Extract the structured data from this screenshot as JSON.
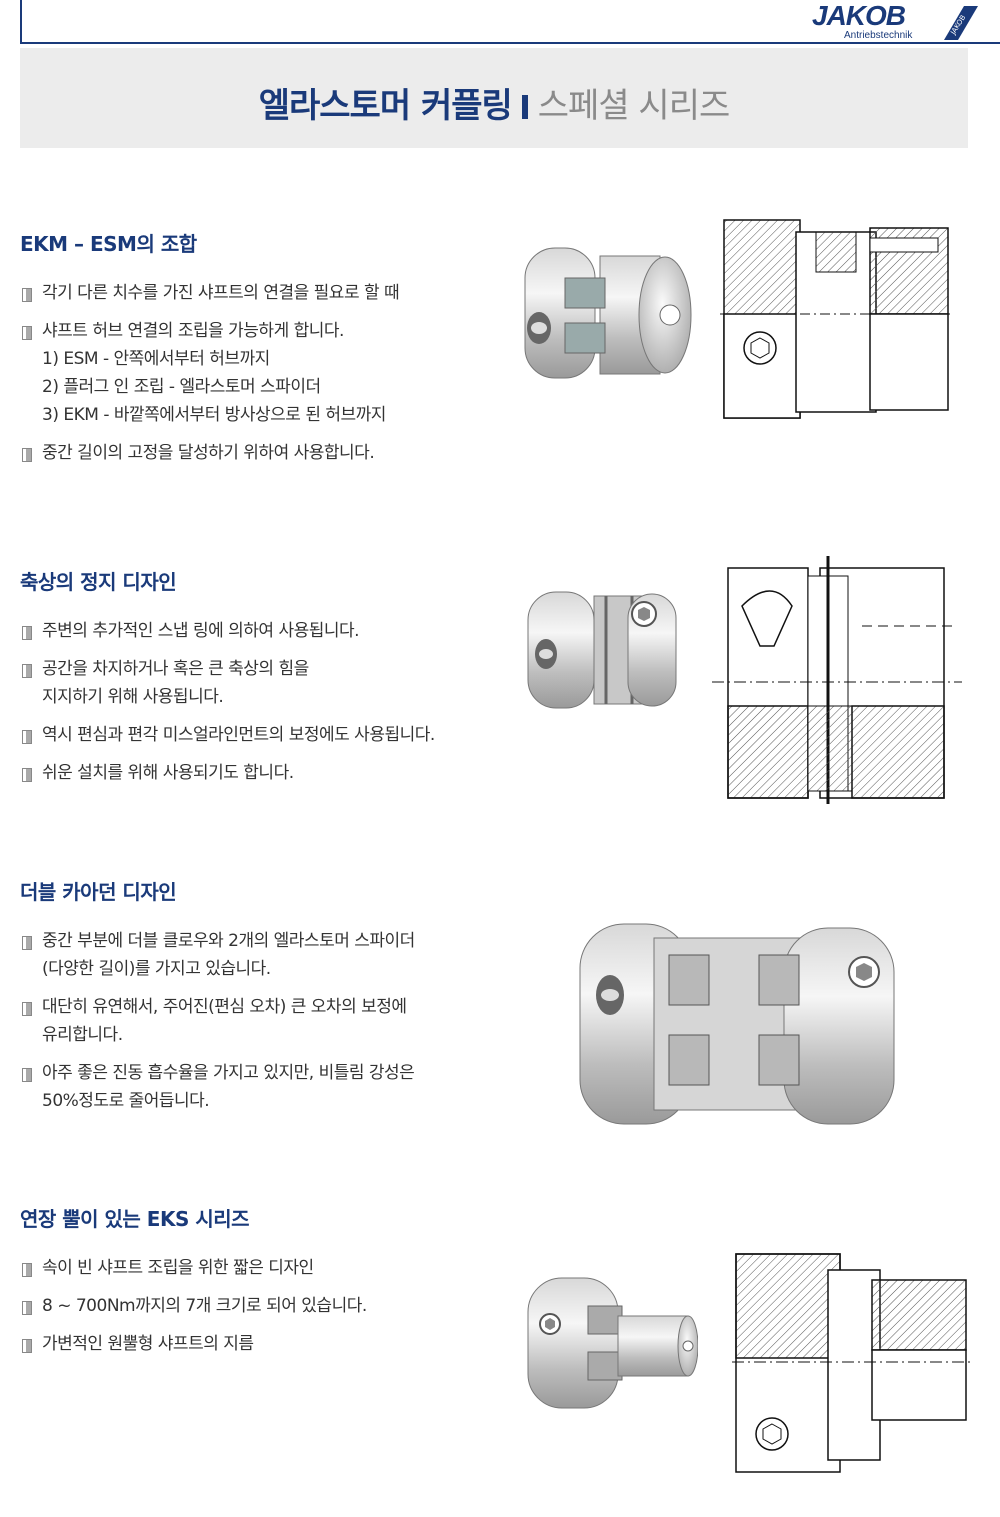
{
  "brand": {
    "name": "JAKOB",
    "subtitle": "Antriebstechnik",
    "badge": "JAKOB"
  },
  "banner": {
    "title_main": "엘라스토머 커플링",
    "title_sub": "스페셜 시리즈"
  },
  "sections": [
    {
      "title": "EKM – ESM의 조합",
      "bullets": [
        [
          "각기 다른 치수를 가진 샤프트의 연결을 필요로 할 때"
        ],
        [
          "샤프트 허브 연결의 조립을 가능하게 합니다.",
          "1) ESM - 안쪽에서부터 허브까지",
          "2) 플러그 인 조립 - 엘라스토머 스파이더",
          "3) EKM - 바깥쪽에서부터 방사상으로 된 허브까지"
        ],
        [
          "중간 길이의 고정을 달성하기 위하여 사용합니다."
        ]
      ]
    },
    {
      "title": "축상의 정지 디자인",
      "bullets": [
        [
          "주변의 추가적인 스냅 링에 의하여 사용됩니다."
        ],
        [
          "공간을 차지하거나 혹은 큰 축상의 힘을",
          "지지하기 위해 사용됩니다."
        ],
        [
          "역시 편심과 편각 미스얼라인먼트의 보정에도 사용됩니다."
        ],
        [
          "쉬운 설치를 위해 사용되기도 합니다."
        ]
      ]
    },
    {
      "title": "더블 카아던 디자인",
      "bullets": [
        [
          "중간 부분에 더블 클로우와 2개의 엘라스토머 스파이더",
          "(다양한 길이)를 가지고 있습니다."
        ],
        [
          "대단히 유연해서, 주어진(편심 오차) 큰 오차의 보정에",
          "유리합니다."
        ],
        [
          "아주 좋은 진동 흡수율을 가지고 있지만, 비틀림 강성은",
          "50%정도로 줄어듭니다."
        ]
      ]
    },
    {
      "title": "연장 뿔이 있는 EKS 시리즈",
      "bullets": [
        [
          "속이 빈 샤프트 조립을 위한 짧은 디자인"
        ],
        [
          "8 ~ 700Nm까지의 7개 크기로 되어 있습니다."
        ],
        [
          "가변적인 원뿔형 샤프트의 지름"
        ]
      ]
    }
  ]
}
